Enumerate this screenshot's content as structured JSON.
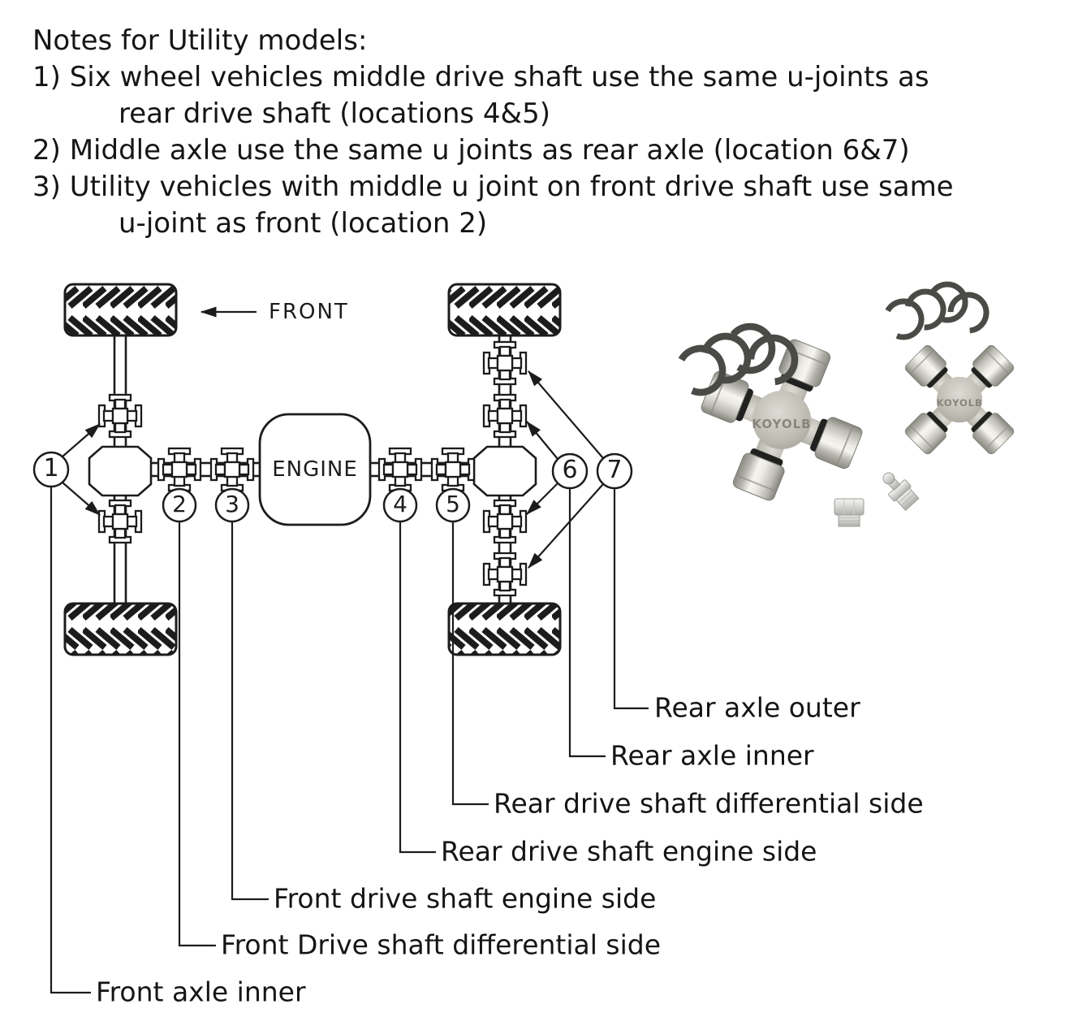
{
  "notes": {
    "lines": [
      {
        "text": "Notes for Utility models:",
        "indent": false
      },
      {
        "text": "1) Six wheel vehicles middle drive shaft use the same u-joints as",
        "indent": false
      },
      {
        "text": "rear drive shaft (locations 4&5)",
        "indent": true
      },
      {
        "text": "2) Middle axle use the same u joints as rear axle (location 6&7)",
        "indent": false
      },
      {
        "text": "3) Utility vehicles with middle u joint on front drive shaft use same",
        "indent": false
      },
      {
        "text": "u-joint as front (location 2)",
        "indent": true
      }
    ]
  },
  "diagram": {
    "front_label": "FRONT",
    "engine_label": "ENGINE",
    "markers": [
      "1",
      "2",
      "3",
      "4",
      "5",
      "6",
      "7"
    ]
  },
  "callouts": [
    {
      "marker": "7",
      "label": "Rear axle outer"
    },
    {
      "marker": "6",
      "label": "Rear axle inner"
    },
    {
      "marker": "5",
      "label": "Rear drive shaft differential side"
    },
    {
      "marker": "4",
      "label": "Rear drive shaft engine side"
    },
    {
      "marker": "3",
      "label": "Front drive shaft engine side"
    },
    {
      "marker": "2",
      "label": "Front Drive shaft differential side"
    },
    {
      "marker": "1",
      "label": "Front axle inner"
    }
  ],
  "parts": {
    "large_ujoint_stamp": "KOYOLB",
    "small_ujoint_stamp": "KOYOLB"
  },
  "colors": {
    "line": "#1c1c1c",
    "text": "#151515",
    "background": "#ffffff",
    "metal_light": "#f6f5f1",
    "metal_mid": "#c9c8c1",
    "metal_dark": "#84847c",
    "seal_ring": "#21211f",
    "snap_ring": "#4a4a46"
  }
}
